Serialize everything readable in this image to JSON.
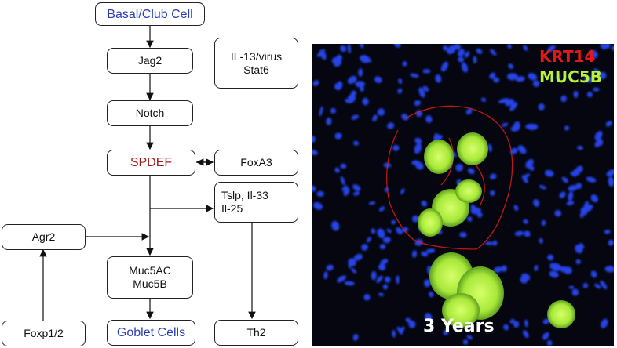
{
  "diagram": {
    "nodes": {
      "basal": "Basal/Club Cell",
      "jag2": "Jag2",
      "il13_line1": "IL-13/virus",
      "il13_line2": "Stat6",
      "notch": "Notch",
      "spdef": "SPDEF",
      "foxa3": "FoxA3",
      "tslp_line1": "Tslp, Il-33",
      "tslp_line2": "Il-25",
      "agr2": "Agr2",
      "muc_line1": "Muc5AC",
      "muc_line2": "Muc5B",
      "foxp": "Foxp1/2",
      "goblet": "Goblet Cells",
      "th2": "Th2"
    }
  },
  "micrograph": {
    "label_krt14": "KRT14",
    "label_muc5b": "MUC5B",
    "label_age": "3 Years",
    "colors": {
      "background": "#05060f",
      "nuclei": "#2a4cff",
      "krt14": "#e01a1a",
      "muc5b": "#b8f23a"
    }
  }
}
